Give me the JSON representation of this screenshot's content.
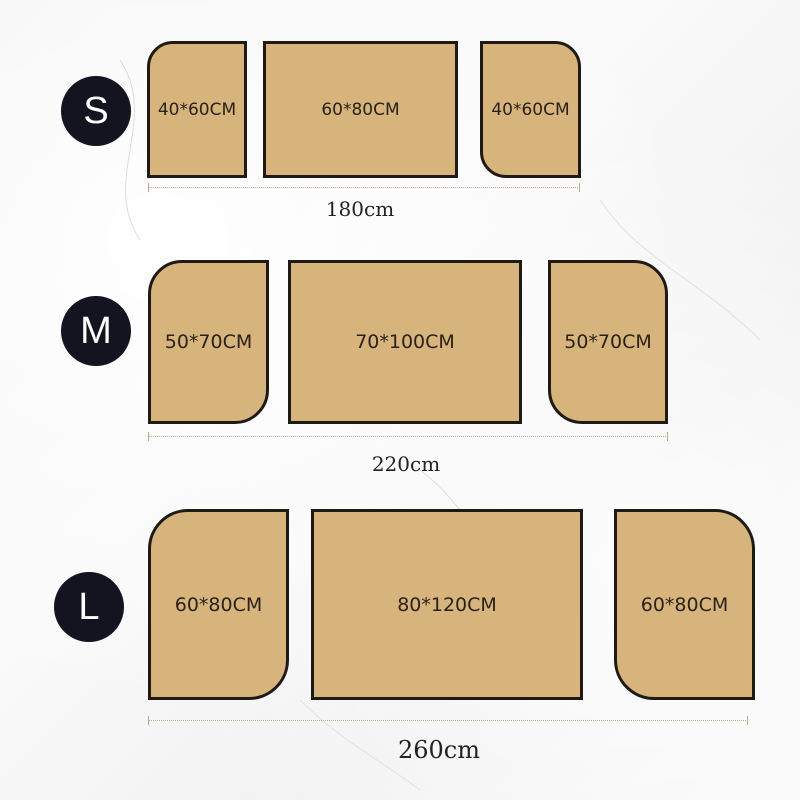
{
  "colors": {
    "mat_fill": "#d7b47c",
    "mat_border": "#1f1a14",
    "badge_fill": "#141420",
    "badge_text": "#ffffff",
    "background": "#f7f7f7"
  },
  "sizes": [
    {
      "badge": "S",
      "mats": [
        "40*60CM",
        "60*80CM",
        "40*60CM"
      ],
      "total": "180cm"
    },
    {
      "badge": "M",
      "mats": [
        "50*70CM",
        "70*100CM",
        "50*70CM"
      ],
      "total": "220cm"
    },
    {
      "badge": "L",
      "mats": [
        "60*80CM",
        "80*120CM",
        "60*80CM"
      ],
      "total": "260cm"
    }
  ]
}
